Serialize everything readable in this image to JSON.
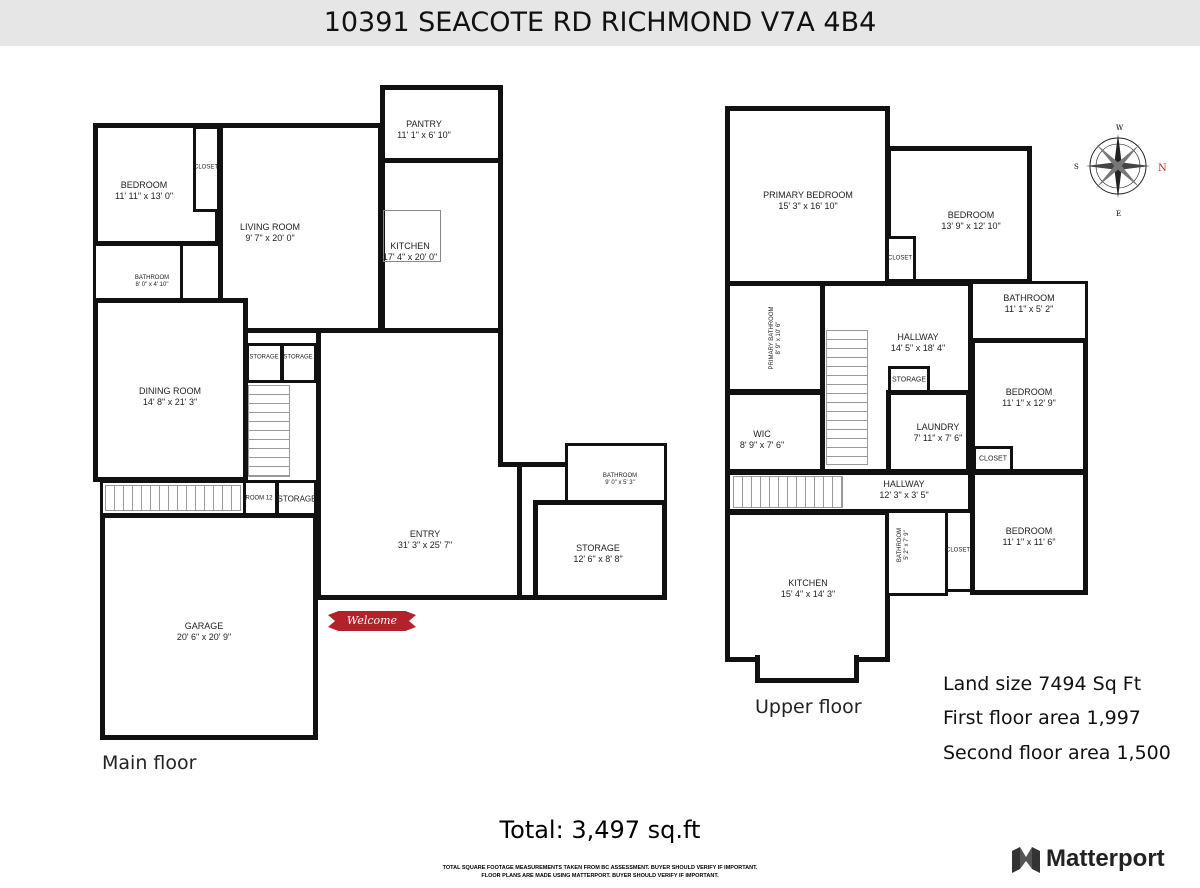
{
  "header": {
    "title": "10391 SEACOTE RD RICHMOND V7A 4B4"
  },
  "main_floor": {
    "caption": "Main floor",
    "welcome_mat": "Welcome",
    "rooms": [
      {
        "name": "BEDROOM",
        "dims": "11' 11\" x 13' 0\""
      },
      {
        "name": "CLOSET",
        "dims": ""
      },
      {
        "name": "LIVING ROOM",
        "dims": "9' 7\" x 20' 0\""
      },
      {
        "name": "PANTRY",
        "dims": "11' 1\" x 6' 10\""
      },
      {
        "name": "KITCHEN",
        "dims": "17' 4\" x 20' 0\""
      },
      {
        "name": "BATHROOM",
        "dims": "8' 0\" x 4' 10\""
      },
      {
        "name": "DINING ROOM",
        "dims": "14' 8\" x 21' 3\""
      },
      {
        "name": "STORAGE",
        "dims": ""
      },
      {
        "name": "STORAGE",
        "dims": ""
      },
      {
        "name": "ROOM 12",
        "dims": ""
      },
      {
        "name": "STORAGE",
        "dims": ""
      },
      {
        "name": "ENTRY",
        "dims": "31' 3\" x 25' 7\""
      },
      {
        "name": "BATHROOM",
        "dims": "9' 0\" x 5' 3\""
      },
      {
        "name": "STORAGE",
        "dims": "12' 6\" x 8' 8\""
      },
      {
        "name": "GARAGE",
        "dims": "20' 6\" x 20' 9\""
      }
    ]
  },
  "upper_floor": {
    "caption": "Upper floor",
    "rooms": [
      {
        "name": "PRIMARY BEDROOM",
        "dims": "15' 3\" x 16' 10\""
      },
      {
        "name": "BEDROOM",
        "dims": "13' 9\" x 12' 10\""
      },
      {
        "name": "CLOSET",
        "dims": ""
      },
      {
        "name": "PRIMARY BATHROOM",
        "dims": "8' 9\" x 10' 6\""
      },
      {
        "name": "HALLWAY",
        "dims": "14' 5\" x 18' 4\""
      },
      {
        "name": "STORAGE",
        "dims": ""
      },
      {
        "name": "BATHROOM",
        "dims": "11' 1\" x 5' 2\""
      },
      {
        "name": "BEDROOM",
        "dims": "11' 1\" x 12' 9\""
      },
      {
        "name": "WIC",
        "dims": "8' 9\" x 7' 6\""
      },
      {
        "name": "LAUNDRY",
        "dims": "7' 11\" x 7' 6\""
      },
      {
        "name": "CLOSET",
        "dims": ""
      },
      {
        "name": "HALLWAY",
        "dims": "12' 3\" x 3' 5\""
      },
      {
        "name": "KITCHEN",
        "dims": "15' 4\" x 14' 3\""
      },
      {
        "name": "BATHROOM",
        "dims": "5' 2\" x 7' 9\""
      },
      {
        "name": "CLOSET",
        "dims": ""
      },
      {
        "name": "BEDROOM",
        "dims": "11' 1\" x 11' 6\""
      }
    ]
  },
  "compass": {
    "n": "N",
    "s": "S",
    "e": "E",
    "w": "W",
    "accent": "#d42020"
  },
  "stats": {
    "land": "Land size 7494 Sq Ft",
    "first": "First floor area 1,997",
    "second": "Second floor area 1,500"
  },
  "total": "Total: 3,497 sq.ft",
  "disclaimer": [
    "TOTAL SQUARE FOOTAGE MEASUREMENTS TAKEN FROM BC ASSESSMENT. BUYER SHOULD VERIFY IF IMPORTANT.",
    "FLOOR PLANS ARE MADE USING MATTERPORT. BUYER SHOULD VERIFY IF IMPORTANT."
  ],
  "brand": "Matterport"
}
